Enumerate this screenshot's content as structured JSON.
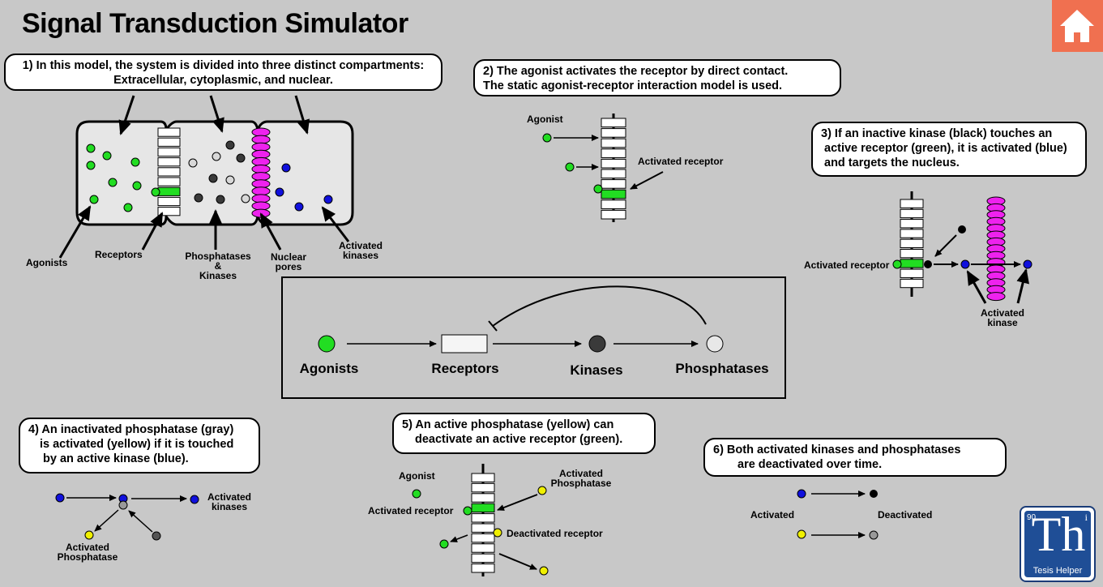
{
  "title": "Signal Transduction Simulator",
  "home_icon": "home-icon",
  "note1": {
    "line1": "1) In this model, the system is divided into three distinct compartments:",
    "line2": "Extracellular, cytoplasmic, and nuclear."
  },
  "note2": {
    "line1": "2) The agonist activates the receptor by direct contact.",
    "line2": "The static agonist-receptor interaction model is used."
  },
  "note3": {
    "line1": "3) If an inactive kinase (black) touches an",
    "line2": "active receptor (green), it is activated (blue)",
    "line3": "and targets the nucleus."
  },
  "note4": {
    "line1": "4) An inactivated phosphatase (gray)",
    "line2": "is activated (yellow) if it is touched",
    "line3": "by an active kinase (blue)."
  },
  "note5": {
    "line1": "5) An active phosphatase (yellow) can",
    "line2": "deactivate an active receptor (green)."
  },
  "note6": {
    "line1": "6) Both activated kinases and phosphatases",
    "line2": "are deactivated over time."
  },
  "fig1": {
    "agonists": "Agonists",
    "receptors": "Receptors",
    "phos_kin": [
      "Phosphatases",
      "&",
      "Kinases"
    ],
    "nuclear_pores": [
      "Nuclear",
      "pores"
    ],
    "activated_kinases": [
      "Activated",
      "kinases"
    ]
  },
  "fig2": {
    "agonist": "Agonist",
    "activated_receptor": "Activated receptor"
  },
  "fig3": {
    "activated_receptor": "Activated receptor",
    "activated_kinase": [
      "Activated",
      "kinase"
    ]
  },
  "flow": {
    "agonists": "Agonists",
    "receptors": "Receptors",
    "kinases": "Kinases",
    "phosphatases": "Phosphatases"
  },
  "fig4": {
    "activated_kinases": [
      "Activated",
      "kinases"
    ],
    "activated_phosphatase": [
      "Activated",
      "Phosphatase"
    ]
  },
  "fig5": {
    "agonist": "Agonist",
    "activated_phosphatase": [
      "Activated",
      "Phosphatase"
    ],
    "activated_receptor": "Activated receptor",
    "deactivated_receptor": "Deactivated receptor"
  },
  "fig6": {
    "activated": "Activated",
    "deactivated": "Deactivated"
  },
  "logo": {
    "number": "90",
    "symbol": "Th",
    "mark": "i",
    "caption": "Tesis Helper"
  },
  "colors": {
    "background": "#c8c8c8",
    "agonist": "#22dd22",
    "receptor_active": "#22dd22",
    "kinase_inactive": "#3a3a3a",
    "kinase_active": "#1010dd",
    "phosphatase_inactive": "#c8c8c8",
    "phosphatase_active": "#f0f000",
    "nuclear_pore": "#ee22ee",
    "home_button": "#f07050",
    "logo": "#1f4e96"
  }
}
